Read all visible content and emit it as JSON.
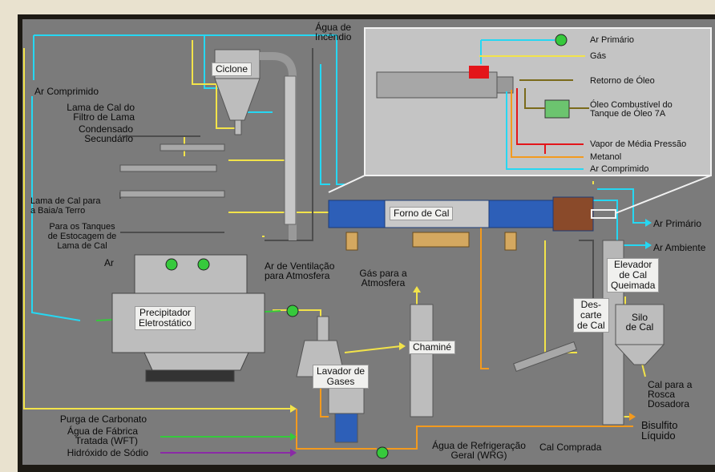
{
  "colors": {
    "background": "#7b7b7b",
    "frame": "#1d1a14",
    "cyan": "#26d7f2",
    "yellow": "#f2e34a",
    "orange": "#f39a1e",
    "green": "#36c93c",
    "purple": "#8a2aa6",
    "red": "#e3151a",
    "olive": "#7a6a1a",
    "equipment": "#bdbdbd",
    "kiln": "#2d5fb8"
  },
  "labels": {
    "agua_incendio": [
      "Água de",
      "Incêndio"
    ],
    "ciclone": "Ciclone",
    "ar_comprimido": "Ar Comprimido",
    "lama_filtro": [
      "Lama de Cal do",
      "Filtro de Lama"
    ],
    "condensado": [
      "Condensado",
      "Secundário"
    ],
    "lama_baia": [
      "Lama de Cal para",
      "a Baia/a Terro"
    ],
    "tanques_estocagem": [
      "Para os Tanques",
      "de Estocagem de",
      "Lama de Cal"
    ],
    "ar": "Ar",
    "ar_ventilacao": [
      "Ar de Ventilação",
      "para Atmosfera"
    ],
    "gas_atmosfera": [
      "Gás para a",
      "Atmosfera"
    ],
    "precipitador": [
      "Precipitador",
      "Eletrostático"
    ],
    "chamine": "Chaminé",
    "lavador": [
      "Lavador de",
      "Gases"
    ],
    "forno": "Forno de Cal",
    "ar_primario_main": "Ar Primário",
    "ar_ambiente": "Ar Ambiente",
    "elevador": [
      "Elevador",
      "de Cal",
      "Queimada"
    ],
    "descarte": [
      "Des-",
      "carte",
      "de Cal"
    ],
    "silo": [
      "Silo",
      "de Cal"
    ],
    "cal_rosca": [
      "Cal para a",
      "Rosca",
      "Dosadora"
    ],
    "purga": "Purga de Carbonato",
    "agua_fabrica": [
      "Água de Fábrica",
      "Tratada (WFT)"
    ],
    "hidroxido": "Hidróxido de Sódio",
    "agua_refrigeracao": [
      "Água de Refrigeração",
      "Geral (WRG)"
    ],
    "cal_comprada": "Cal Comprada",
    "bisulfito": [
      "Bisulfito",
      "Líquido"
    ]
  },
  "inset": {
    "ar_primario": "Ar Primário",
    "gas": "Gás",
    "retorno_oleo": "Retorno de Óleo",
    "oleo_combustivel": [
      "Óleo Combustível do",
      "Tanque de Óleo 7A"
    ],
    "vapor": "Vapor de Média Pressão",
    "metanol": "Metanol",
    "ar_comprimido": "Ar Comprimido"
  }
}
